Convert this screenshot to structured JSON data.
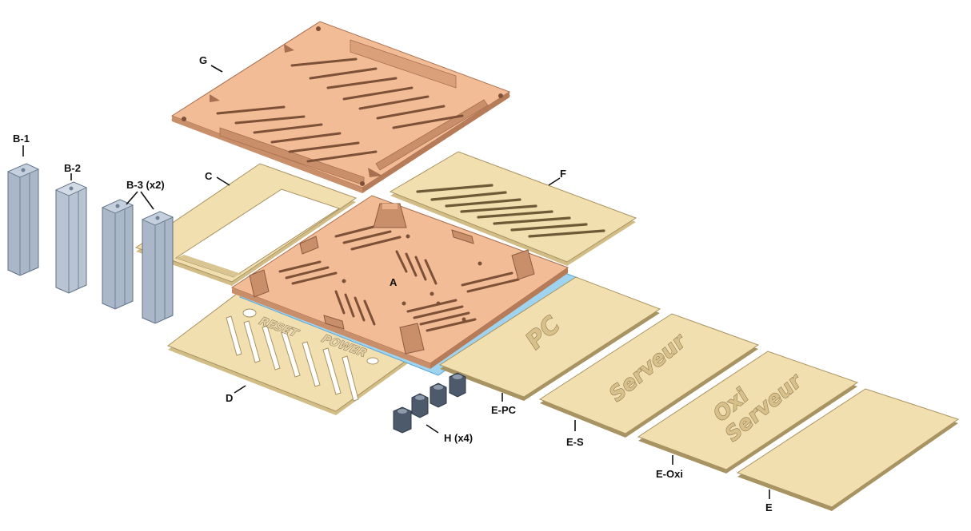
{
  "labels": {
    "g": "G",
    "b1": "B-1",
    "b2": "B-2",
    "b3": "B-3 (x2)",
    "c": "C",
    "f": "F",
    "a": "A",
    "d": "D",
    "h": "H (x4)",
    "epc": "E-PC",
    "es": "E-S",
    "eoxi": "E-Oxi",
    "e": "E"
  },
  "engravings": {
    "pc": "PC",
    "serveur": "Serveur",
    "oxi": "Oxi",
    "serveur2": "Serveur",
    "reset": "RESET",
    "power": "POWER"
  },
  "colors": {
    "copper_top": "#f2bc96",
    "copper_side": "#c98f6a",
    "copper_edge": "#a86f50",
    "wood_top": "#f1dfb0",
    "wood_side": "#d2bd86",
    "wood_edge": "#a89362",
    "blue_layer": "#9fd4f0",
    "steel": "#a9b7c8",
    "steel_dark": "#6f8298",
    "hex": "#4d5a6b"
  }
}
